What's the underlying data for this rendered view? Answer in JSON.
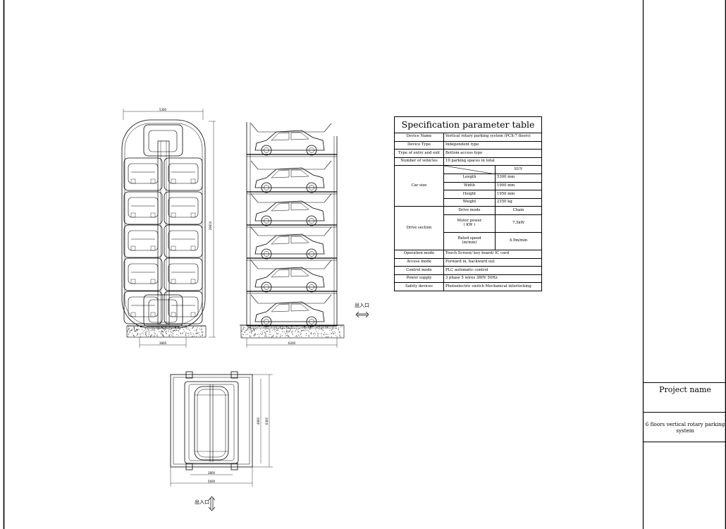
{
  "spec_table": {
    "title": "Specification parameter table",
    "device_name": {
      "label": "Device Name",
      "value": "Vertical rotary parking system (PCX-7 floors)"
    },
    "device_type": {
      "label": "Device Type",
      "value": "Independent type"
    },
    "entry_exit": {
      "label": "Type of entry and exit",
      "value": "Bottom access type"
    },
    "vehicles": {
      "label": "Number of vehicles",
      "value": "10 parking spaces in total"
    },
    "car_size": {
      "label": "Car size",
      "column": "SUV",
      "length": {
        "label": "Length",
        "value": "5300 mm"
      },
      "width": {
        "label": "Width",
        "value": "1900 mm"
      },
      "height": {
        "label": "Height",
        "value": "1950 mm"
      },
      "weight": {
        "label": "Weight",
        "value": "2350 kg"
      }
    },
    "drive": {
      "label": "Drive section",
      "mode": {
        "label": "Drive mode",
        "value": "Chain"
      },
      "motor": {
        "label_line1": "Motor power",
        "label_line2": "( KW )",
        "value": "7.5kW"
      },
      "speed": {
        "label_line1": "Rated speed",
        "label_line2": "(m/min)",
        "value": "4.9m/min"
      }
    },
    "operation": {
      "label": "Operation mode",
      "value": "Touch Screen/ key board/ IC card"
    },
    "access": {
      "label": "Access mode",
      "value": "Forward in, backward out"
    },
    "control": {
      "label": "Control mode",
      "value": "PLC automatic control"
    },
    "power": {
      "label": "Power supply",
      "value": "3 phase 5 wires 380V 50Hz"
    },
    "safety": {
      "label": "Safety devices",
      "value": "Photoelectric switch  Mechanical interlocking"
    }
  },
  "title_block": {
    "project_label": "Project name",
    "project_name": "6 floors vertical rotary parking system"
  },
  "annotations": {
    "exit_mark_side": "出入口",
    "exit_mark_plan": "出入口"
  },
  "dimensions": {
    "front_top": "5300",
    "front_bottom": "3800",
    "front_height": "29610",
    "side_bottom": "6200",
    "plan_bottom_inner": "3800",
    "plan_bottom_outer": "5600",
    "plan_right_inner": "4900",
    "plan_right_outer": "6400"
  }
}
